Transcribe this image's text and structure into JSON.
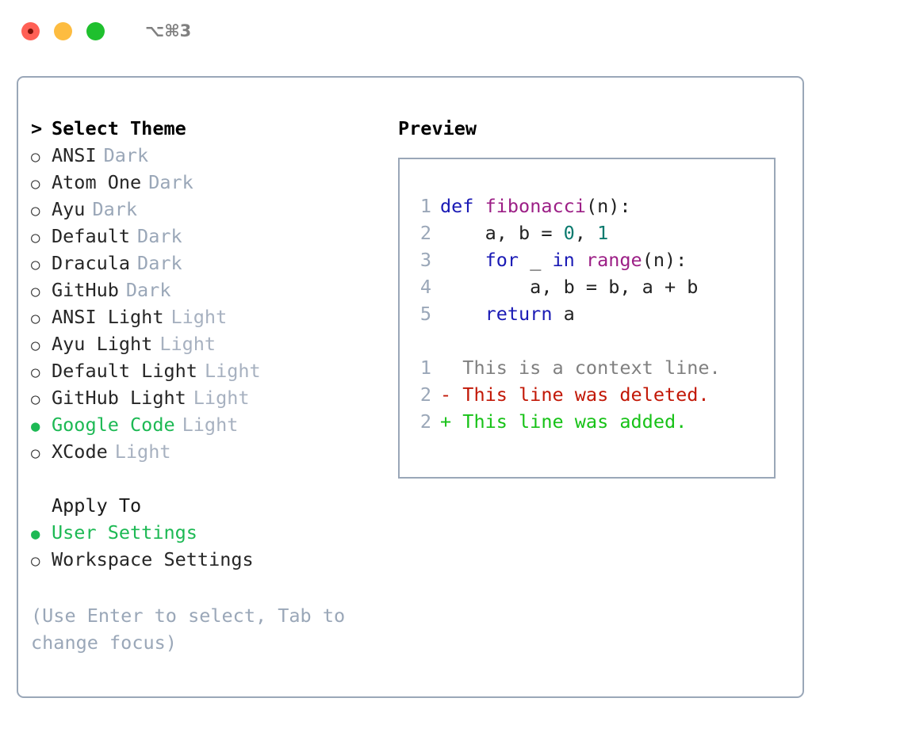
{
  "titlebar": {
    "shortcut": "⌥⌘3",
    "buttons": [
      {
        "name": "close",
        "color": "#FF6055"
      },
      {
        "name": "minimize",
        "color": "#FDBC40"
      },
      {
        "name": "maximize",
        "color": "#1FC02E"
      }
    ]
  },
  "theme_picker": {
    "heading_marker": ">",
    "heading": "Select Theme",
    "marker_unselected": "○",
    "marker_selected": "●",
    "items": [
      {
        "label": "ANSI",
        "badge": "Dark",
        "selected": false
      },
      {
        "label": "Atom One",
        "badge": "Dark",
        "selected": false
      },
      {
        "label": "Ayu",
        "badge": "Dark",
        "selected": false
      },
      {
        "label": "Default",
        "badge": "Dark",
        "selected": false
      },
      {
        "label": "Dracula",
        "badge": "Dark",
        "selected": false
      },
      {
        "label": "GitHub",
        "badge": "Dark",
        "selected": false
      },
      {
        "label": "ANSI Light",
        "badge": "Light",
        "selected": false
      },
      {
        "label": "Ayu Light",
        "badge": "Light",
        "selected": false
      },
      {
        "label": "Default Light",
        "badge": "Light",
        "selected": false
      },
      {
        "label": "GitHub Light",
        "badge": "Light",
        "selected": false
      },
      {
        "label": "Google Code",
        "badge": "Light",
        "selected": true
      },
      {
        "label": "XCode",
        "badge": "Light",
        "selected": false
      }
    ]
  },
  "apply_to": {
    "heading": "Apply To",
    "items": [
      {
        "label": "User Settings",
        "selected": true
      },
      {
        "label": "Workspace Settings",
        "selected": false
      }
    ]
  },
  "hint": "(Use Enter to select, Tab to change focus)",
  "preview": {
    "title": "Preview",
    "code_lines": [
      {
        "num": "1",
        "tokens": [
          {
            "t": "def",
            "c": "kw"
          },
          {
            "t": " ",
            "c": "plain"
          },
          {
            "t": "fibonacci",
            "c": "fn"
          },
          {
            "t": "(n):",
            "c": "plain"
          }
        ]
      },
      {
        "num": "2",
        "tokens": [
          {
            "t": "    a, b = ",
            "c": "plain"
          },
          {
            "t": "0",
            "c": "num"
          },
          {
            "t": ", ",
            "c": "plain"
          },
          {
            "t": "1",
            "c": "num"
          }
        ]
      },
      {
        "num": "3",
        "tokens": [
          {
            "t": "    ",
            "c": "plain"
          },
          {
            "t": "for",
            "c": "kw"
          },
          {
            "t": " _ ",
            "c": "plain"
          },
          {
            "t": "in",
            "c": "kw"
          },
          {
            "t": " ",
            "c": "plain"
          },
          {
            "t": "range",
            "c": "fn"
          },
          {
            "t": "(n):",
            "c": "plain"
          }
        ]
      },
      {
        "num": "4",
        "tokens": [
          {
            "t": "        a, b = b, a + b",
            "c": "plain"
          }
        ]
      },
      {
        "num": "5",
        "tokens": [
          {
            "t": "    ",
            "c": "plain"
          },
          {
            "t": "return",
            "c": "kw"
          },
          {
            "t": " a",
            "c": "plain"
          }
        ]
      }
    ],
    "diff_lines": [
      {
        "num": "1",
        "sign": "  ",
        "text": "This is a context line.",
        "kind": "ctx"
      },
      {
        "num": "2",
        "sign": "- ",
        "text": "This line was deleted.",
        "kind": "del"
      },
      {
        "num": "2",
        "sign": "+ ",
        "text": "This line was added.",
        "kind": "add"
      }
    ]
  },
  "colors": {
    "accent_green": "#1DB954",
    "muted_blue_gray": "#9aa7b8",
    "keyword": "#1a1ab5",
    "function": "#9c1f86",
    "number": "#0b7a6e",
    "diff_added": "#17c217",
    "diff_deleted": "#c21807",
    "border": "#9aa7b8"
  }
}
